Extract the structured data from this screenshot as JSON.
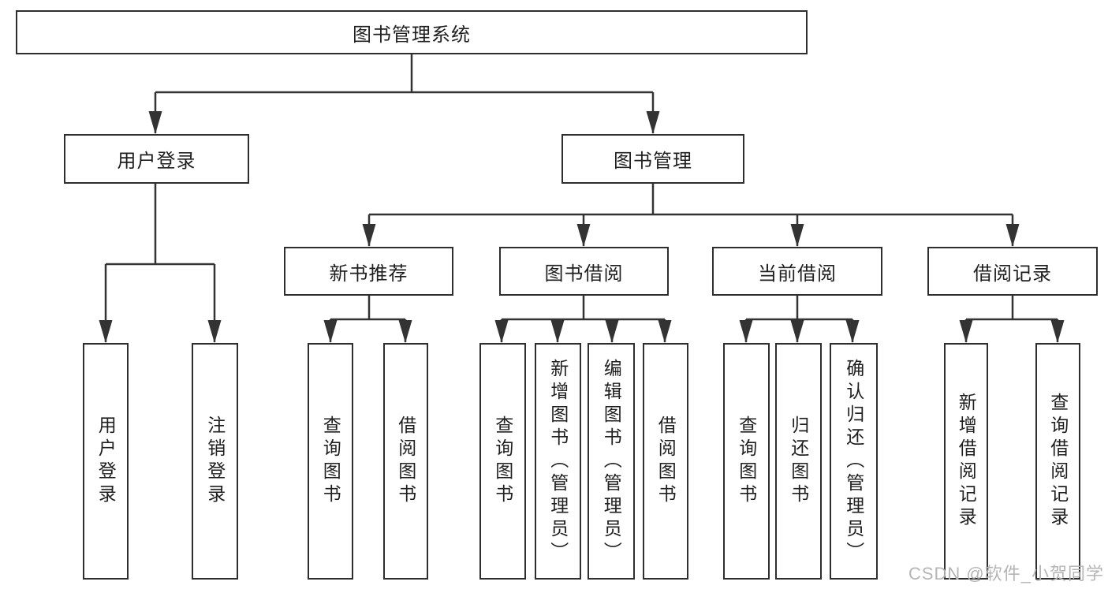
{
  "diagram": {
    "root": {
      "label": "图书管理系统"
    },
    "branches": {
      "user_login": {
        "label": "用户登录",
        "children": {
          "login": "用户登录",
          "logout": "注销登录"
        }
      },
      "book_mgmt": {
        "label": "图书管理",
        "children": {
          "new_book_rec": {
            "label": "新书推荐",
            "children": {
              "query_book": "查询图书",
              "borrow_book": "借阅图书"
            }
          },
          "book_borrow": {
            "label": "图书借阅",
            "children": {
              "query_book": "查询图书",
              "add_book": "新增图书（管理员）",
              "edit_book": "编辑图书（管理员）",
              "borrow_book": "借阅图书"
            }
          },
          "current_borrow": {
            "label": "当前借阅",
            "children": {
              "query_book": "查询图书",
              "return_book": "归还图书",
              "confirm_return": "确认归还（管理员）"
            }
          },
          "borrow_records": {
            "label": "借阅记录",
            "children": {
              "add_record": "新增借阅记录",
              "query_record": "查询借阅记录"
            }
          }
        }
      }
    }
  },
  "watermark": "CSDN @软件_小贺同学",
  "colors": {
    "line": "#333333",
    "box_border": "#2e2e2e",
    "text": "#1f1f1f",
    "watermark": "#b5b5b5",
    "background": "#ffffff"
  }
}
